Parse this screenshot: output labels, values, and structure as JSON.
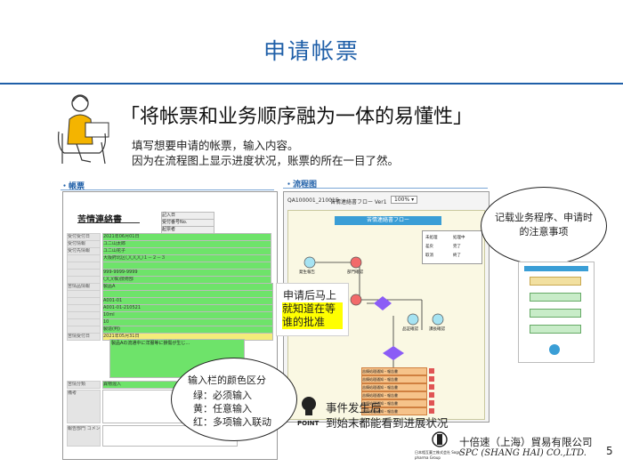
{
  "page": {
    "title": "申请帐票",
    "heading": "「将帐票和业务顺序融为一体的易懂性」",
    "intro_line1": "填写想要申请的帐票，输入内容。",
    "intro_line2": "因为在流程图上显示进度状况，账票的所在一目了然。",
    "page_number": "5"
  },
  "sections": {
    "form_label": "・帳票",
    "flow_label": "・流程图"
  },
  "form": {
    "title": "苦情連絡書",
    "stamp_rows": [
      "記入日",
      "受付番号No.",
      "起票者"
    ],
    "rows": [
      {
        "label": "受付受付日",
        "value": "2021年06月01日",
        "color": "green"
      },
      {
        "label": "受付情報",
        "value": "ユニ山太郎",
        "color": "green"
      },
      {
        "label": "受付先情報",
        "value": "ユニ山花子",
        "color": "green"
      },
      {
        "label": "",
        "value": "大阪府北区〇〇〇〇１－２－３",
        "color": "green"
      },
      {
        "label": "",
        "value": "",
        "color": "green"
      },
      {
        "label": "",
        "value": "999-9999-9999",
        "color": "green"
      },
      {
        "label": "",
        "value": "〇〇(株)技術部",
        "color": "green"
      },
      {
        "label": "苦情品情報",
        "value": "製品A",
        "color": "green"
      },
      {
        "label": "",
        "value": "",
        "color": "green"
      },
      {
        "label": "",
        "value": "A001-01",
        "color": "green"
      },
      {
        "label": "",
        "value": "A001-01-210521",
        "color": "green"
      },
      {
        "label": "",
        "value": "10ml",
        "color": "green"
      },
      {
        "label": "",
        "value": "10",
        "color": "green"
      },
      {
        "label": "",
        "value": "製造(判)",
        "color": "green"
      },
      {
        "label": "苦情受付日",
        "value": "2021年05月31日",
        "color": "yellow"
      },
      {
        "label": "苦情内容",
        "value": "製品Aの流通中に洋服等に損傷が生じ…",
        "color": "green"
      }
    ],
    "lower_rows": [
      {
        "label": "苦情分類",
        "value": "異物混入",
        "color": "green"
      },
      {
        "label": "備考",
        "value": "",
        "color": "white"
      },
      {
        "label": "報告部門 コメント",
        "value": "",
        "color": "white"
      }
    ]
  },
  "flow": {
    "header_id": "QA100001_210015",
    "header_name": "苦情連絡書フロー Ver1",
    "zoom": "100%",
    "canvas_title": "苦情連絡書フロー",
    "legend": [
      "未処理",
      "処理中",
      "差戻",
      "完了",
      "取消",
      "終了"
    ],
    "nodes": [
      "発生報告",
      "部門確認",
      "品証確認",
      "課長確認"
    ],
    "task_boxes": [
      "苦情処理通知・報告書",
      "苦情処理通知・報告書",
      "苦情処理通知・報告書",
      "苦情処理通知・報告書",
      "苦情処理通知・報告書",
      "苦情処理通知・報告書"
    ]
  },
  "callouts": {
    "memo": "记载业务程序、申请时的注意事项",
    "approval_line1": "申请后马上",
    "approval_highlight": "就知道在等谁的批准",
    "color_title": "输入栏的颜色区分",
    "color_green": "绿：必须输入",
    "color_yellow": "黄：任意输入",
    "color_red": "红：多项输入联动",
    "point_label": "POINT",
    "point_line1": "事件发生后",
    "point_line2": "到始末都能看到进展状况"
  },
  "company": {
    "name_cn": "十倍速（上海）貿易有限公司",
    "name_en": "SPC (SHANG HAI) CO.,LTD.",
    "group": "日本相互薬工株式会社 Sogo pharma Group"
  },
  "colors": {
    "brand_blue": "#1f5fa8",
    "required": "#6ee36a",
    "optional": "#f4ec7a",
    "linked": "#f08b8b"
  }
}
